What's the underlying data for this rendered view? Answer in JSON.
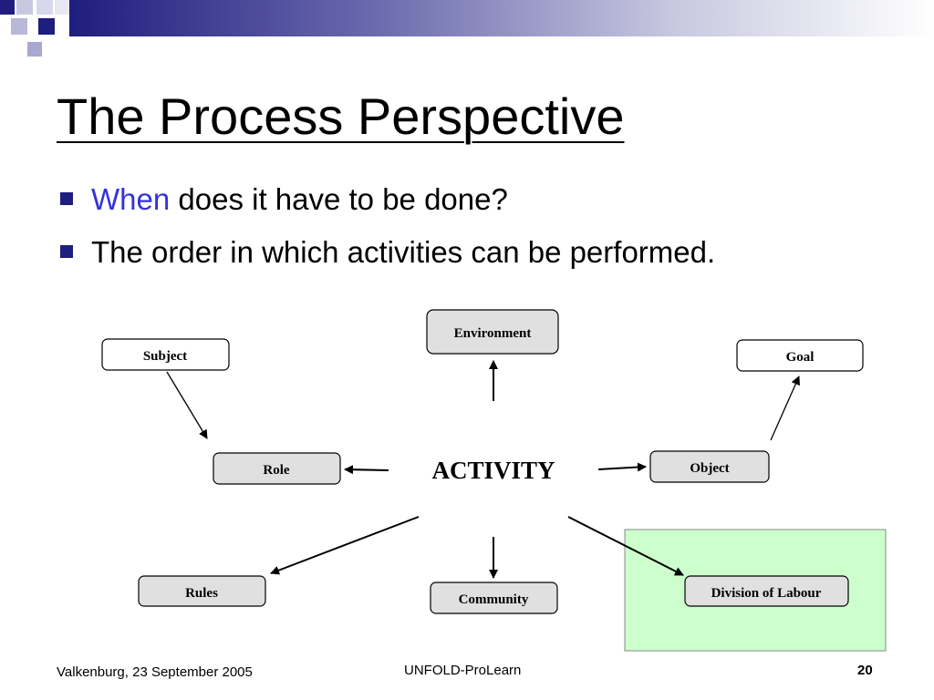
{
  "slide": {
    "title": "The Process Perspective",
    "bullets": [
      {
        "highlight": "When",
        "text": " does it have to be done?"
      },
      {
        "highlight": "",
        "text": "The order in which activities can be performed."
      }
    ]
  },
  "diagram": {
    "center": "ACTIVITY",
    "nodes": {
      "environment": "Environment",
      "subject": "Subject",
      "goal": "Goal",
      "role": "Role",
      "object": "Object",
      "rules": "Rules",
      "community": "Community",
      "division": "Division of Labour"
    }
  },
  "footer": {
    "left": "Valkenburg, 23 September 2005",
    "center": "UNFOLD-ProLearn",
    "page": "20"
  },
  "colors": {
    "accent": "#1f1d7e",
    "highlight_text": "#3333dd",
    "node_fill": "#e0e0e0",
    "highlight_box": "#ccffcc"
  }
}
